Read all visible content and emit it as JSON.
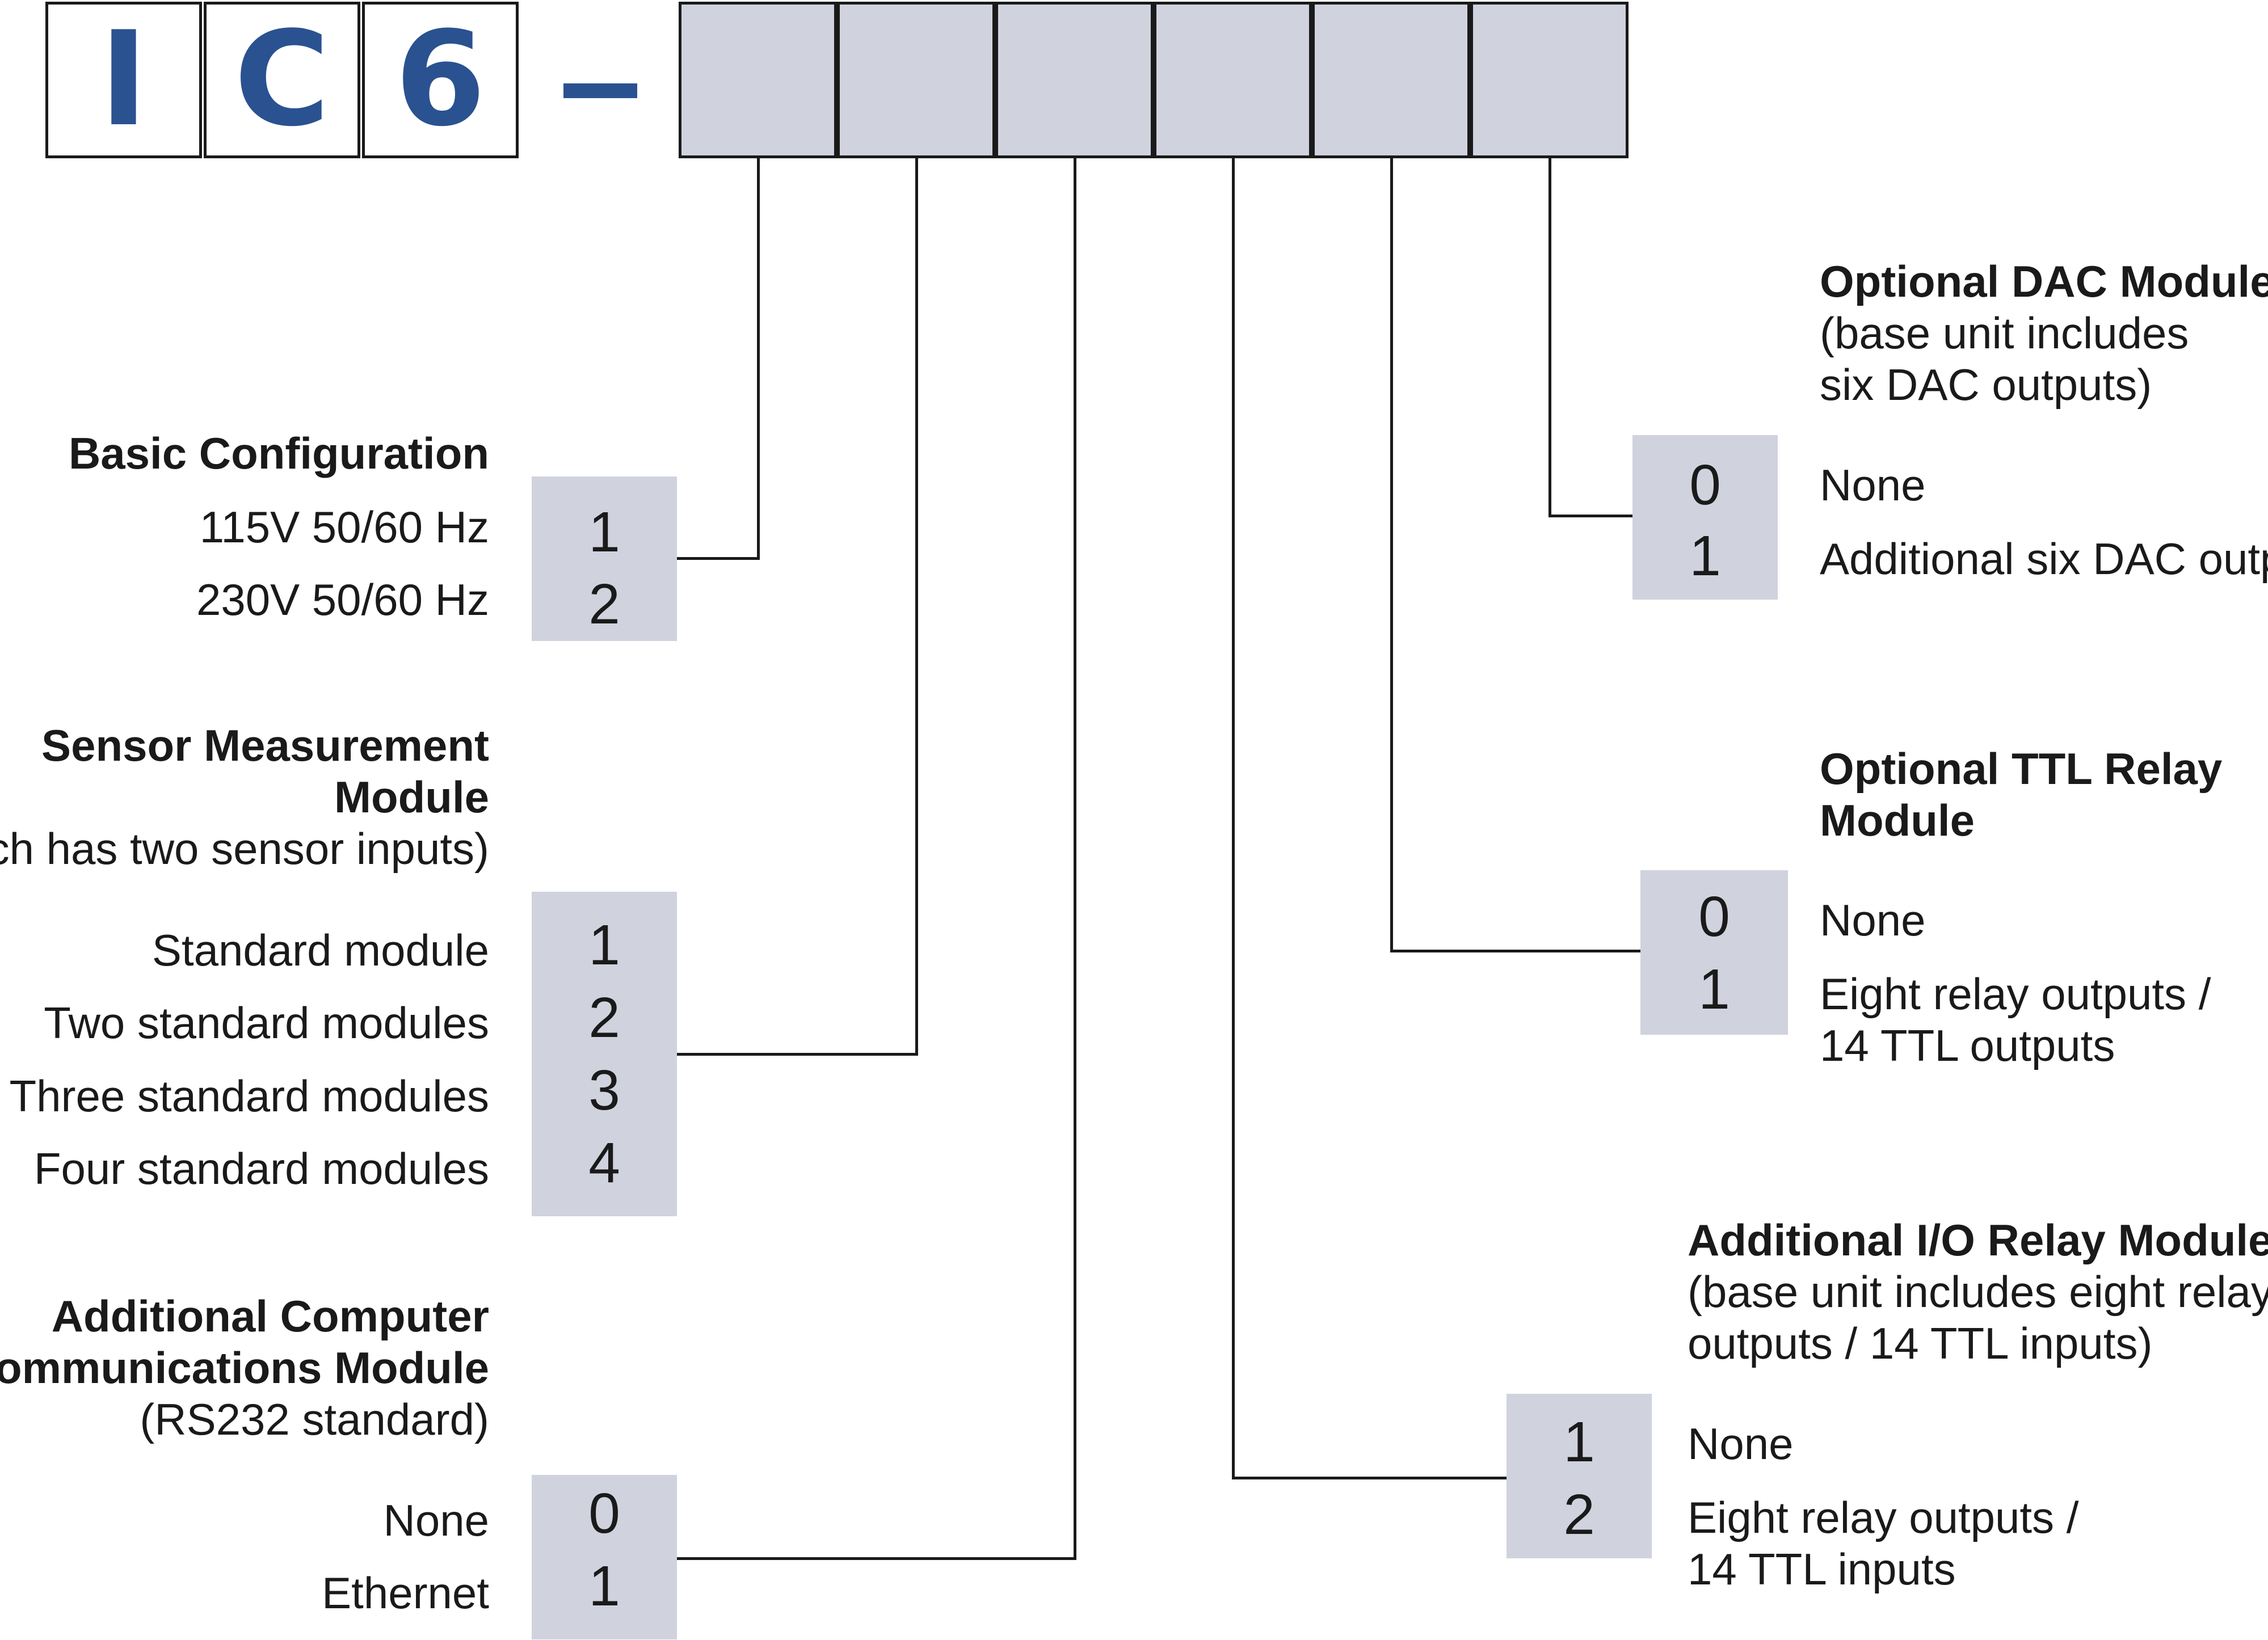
{
  "prefix": {
    "char1": "I",
    "char2": "C",
    "char3": "6"
  },
  "colors": {
    "prefix_text": "#2a5290",
    "slot_fill": "#d0d2de",
    "line": "#1a1a1a"
  },
  "basic_configuration": {
    "title": "Basic Configuration",
    "options": [
      {
        "label": "115V 50/60 Hz",
        "code": "1"
      },
      {
        "label": "230V 50/60 Hz",
        "code": "2"
      }
    ]
  },
  "sensor_module": {
    "title_line1": "Sensor Measurement",
    "title_line2": "Module",
    "note": "(each has two sensor inputs)",
    "options": [
      {
        "label": "Standard module",
        "code": "1"
      },
      {
        "label": "Two standard modules",
        "code": "2"
      },
      {
        "label": "Three standard modules",
        "code": "3"
      },
      {
        "label": "Four standard modules",
        "code": "4"
      }
    ]
  },
  "comms_module": {
    "title_line1": "Additional Computer",
    "title_line2": "Communications Module",
    "note": "(RS232 standard)",
    "options": [
      {
        "label": "None",
        "code": "0"
      },
      {
        "label": "Ethernet",
        "code": "1"
      }
    ]
  },
  "dac_module": {
    "title": "Optional DAC Module",
    "note_line1": "(base unit includes",
    "note_line2": "six DAC outputs)",
    "options": [
      {
        "label": "None",
        "code": "0"
      },
      {
        "label": "Additional six DAC outputs",
        "code": "1"
      }
    ]
  },
  "ttl_relay_module": {
    "title_line1": "Optional TTL Relay",
    "title_line2": "Module",
    "options": [
      {
        "label": "None",
        "code": "0"
      },
      {
        "label_line1": "Eight relay outputs /",
        "label_line2": "14 TTL outputs",
        "code": "1"
      }
    ]
  },
  "io_relay_module": {
    "title": "Additional I/O Relay Module",
    "note_line1": "(base unit includes eight relay",
    "note_line2": "outputs / 14 TTL inputs)",
    "options": [
      {
        "label": "None",
        "code": "1"
      },
      {
        "label_line1": "Eight relay outputs /",
        "label_line2": "14 TTL inputs",
        "code": "2"
      }
    ]
  }
}
